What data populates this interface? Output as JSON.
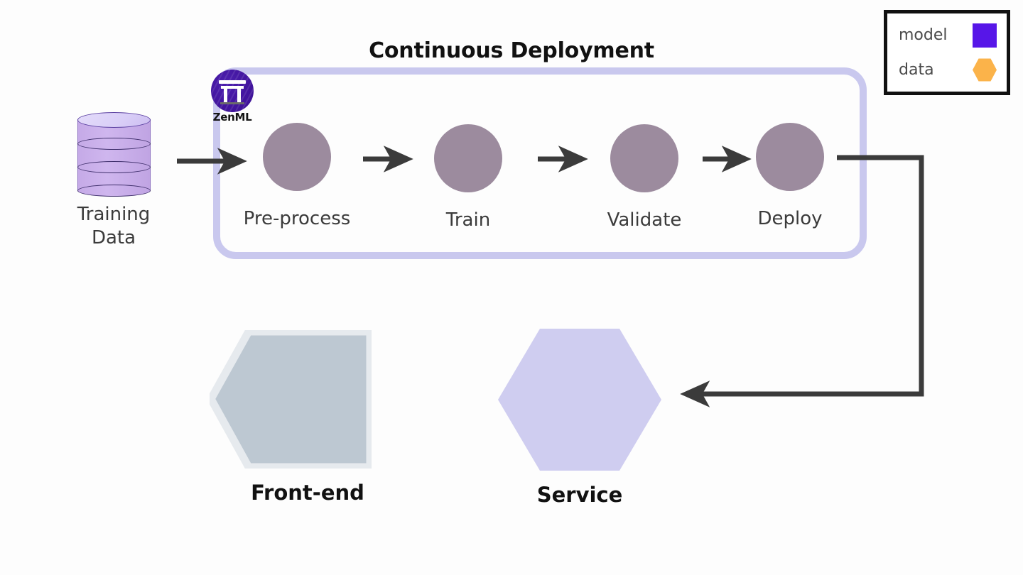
{
  "diagram": {
    "title": "Continuous Deployment",
    "background_color": "#fdfdfd"
  },
  "branding": {
    "logo_name": "zenml-logo",
    "wordmark": "ZenML",
    "logo_color": "#43159f"
  },
  "source": {
    "label_line_1": "Training",
    "label_line_2": "Data",
    "icon": "database-cylinder-icon",
    "color": "#c5aae7"
  },
  "pipeline": {
    "border_color": "#c9c8ee",
    "step_color": "#9c8b9e",
    "steps": [
      {
        "label": "Pre-process"
      },
      {
        "label": "Train"
      },
      {
        "label": "Validate"
      },
      {
        "label": "Deploy"
      }
    ]
  },
  "nodes": {
    "frontend": {
      "label": "Front-end",
      "shape": "pentagon-arrow-left",
      "fill": "#bdc8d2",
      "stroke": "#e3e7ec"
    },
    "service": {
      "label": "Service",
      "shape": "hexagon",
      "fill": "#cfcdf0"
    }
  },
  "legend": {
    "items": [
      {
        "label": "model",
        "shape": "square",
        "color": "#5716e8"
      },
      {
        "label": "data",
        "shape": "hexagon",
        "color": "#fbb34a"
      }
    ]
  },
  "connectors": {
    "arrow_color": "#3b3b3b",
    "edges": [
      {
        "from": "Training Data",
        "to": "Pre-process"
      },
      {
        "from": "Pre-process",
        "to": "Train"
      },
      {
        "from": "Train",
        "to": "Validate"
      },
      {
        "from": "Validate",
        "to": "Deploy"
      },
      {
        "from": "Deploy",
        "to": "Service"
      }
    ]
  }
}
